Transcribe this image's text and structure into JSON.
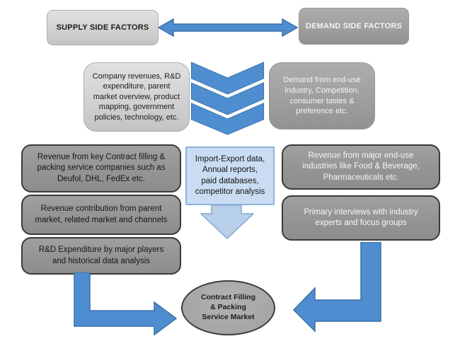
{
  "diagram": {
    "title_supply": "SUPPLY SIDE FACTORS",
    "title_demand": "DEMAND SIDE FACTORS",
    "supply_detail": "Company revenues, R&D\nexpenditure, parent\nmarket overview, product\nmapping, government\npolicies, technology, etc.",
    "demand_detail": "Demand from end-use\nindustry, Competition,\nconsumer tastes &\npreference etc.",
    "supply_sources": [
      {
        "label": "Revenue from key Contract filling &\npacking service companies such as\nDeufol, DHL, FedEx etc."
      },
      {
        "label": "Revenue contribution from parent\nmarket, related market and channels"
      },
      {
        "label": "R&D Expenditure by major players\nand historical data analysis"
      }
    ],
    "secondary_sources": "Import-Export data,\nAnnual reports,\npaid databases,\ncompetitor analysis",
    "demand_sources": [
      {
        "label": "Revenue from major end-use\nindustries like Food & Beverage,\nPharmaceuticals etc."
      },
      {
        "label": "Primary interviews with industry\nexperts and focus groups"
      }
    ],
    "market_label": "Contract Filling\n& Packing\nService Market"
  },
  "icons": {
    "bidirectional_arrow": "left-right-block-arrow",
    "chevrons": "triple-chevron-down",
    "mid_down_arrow": "down-block-arrow",
    "left_elbow": "elbow-arrow-down-right",
    "right_elbow": "elbow-arrow-down-left"
  },
  "colors": {
    "accent_blue": "#4e8ed0",
    "accent_blue_border": "#3a6fa7",
    "light_blue_fill": "#b9d0ea",
    "light_blue_border": "#7fa8d4",
    "mid_box_fill": "#c9dcf2",
    "silver_box": "#d2d2d2",
    "gray_box": "#a09f9e",
    "column_box": "#959595",
    "dark_border": "#3a3a3a"
  }
}
